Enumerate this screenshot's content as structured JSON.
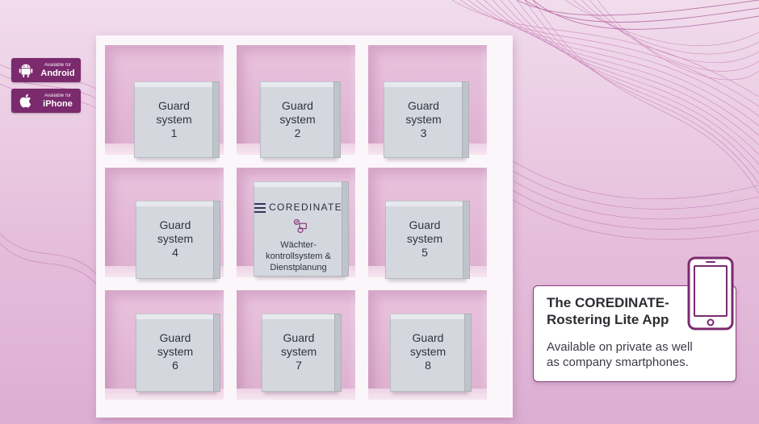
{
  "badges": [
    {
      "small": "Available for",
      "big": "Android",
      "icon": "android-icon"
    },
    {
      "small": "Available for",
      "big": "iPhone",
      "icon": "apple-icon"
    }
  ],
  "boxes": [
    {
      "line1": "Guard",
      "line2": "system",
      "num": "1"
    },
    {
      "line1": "Guard",
      "line2": "system",
      "num": "2"
    },
    {
      "line1": "Guard",
      "line2": "system",
      "num": "3"
    },
    {
      "line1": "Guard",
      "line2": "system",
      "num": "4"
    },
    {
      "line1": "Guard",
      "line2": "system",
      "num": "5"
    },
    {
      "line1": "Guard",
      "line2": "system",
      "num": "6"
    },
    {
      "line1": "Guard",
      "line2": "system",
      "num": "7"
    },
    {
      "line1": "Guard",
      "line2": "system",
      "num": "8"
    }
  ],
  "center_box": {
    "brand": "COREDINATE",
    "line1": "Wächter-",
    "line2": "kontrollsystem &",
    "line3": "Dienstplanung"
  },
  "info": {
    "title_line1": "The COREDINATE-",
    "title_line2": "Rostering Lite App",
    "sub_line1": "Available on private as well",
    "sub_line2": "as company smartphones."
  },
  "colors": {
    "badge": "#7b2a6e",
    "accent": "#8c3f7f",
    "box": "#d4d8de"
  }
}
